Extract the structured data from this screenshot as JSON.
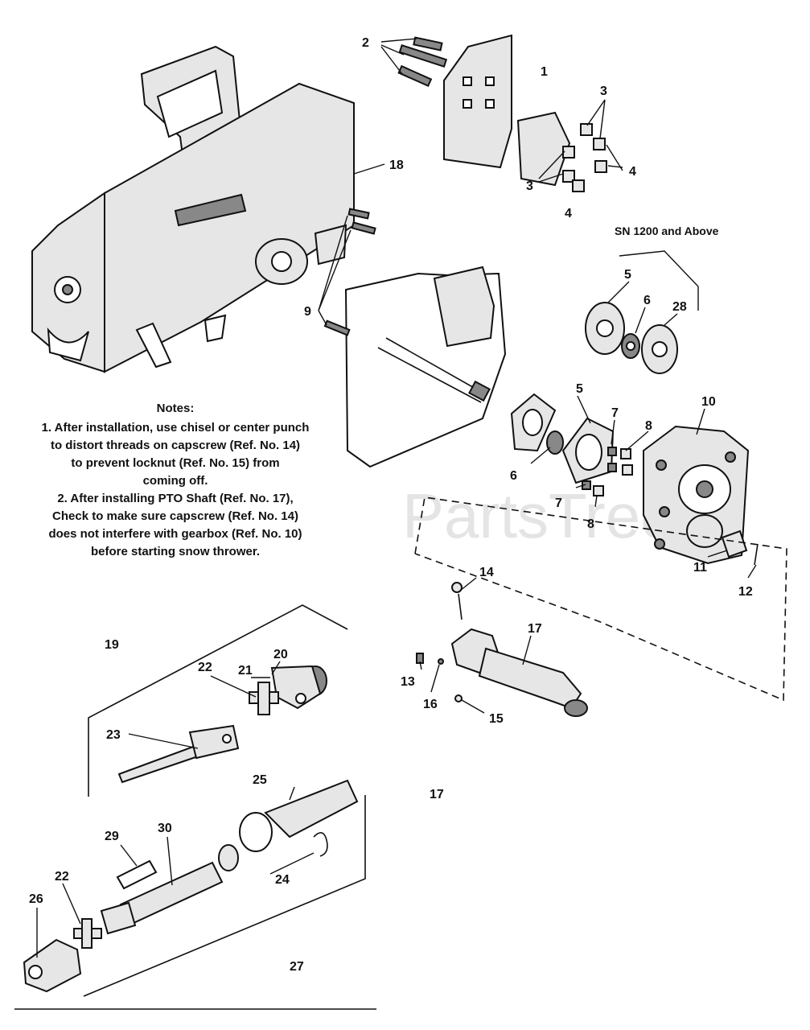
{
  "watermark": "PartsTree",
  "serial_note": "SN 1200 and Above",
  "notes": {
    "heading": "Notes:",
    "lines": [
      "1. After installation, use chisel or center punch",
      "to distort threads on capscrew (Ref. No. 14)",
      "to prevent locknut (Ref. No. 15) from",
      "coming off.",
      "2. After installing PTO Shaft (Ref. No. 17),",
      "Check to make sure capscrew (Ref. No. 14)",
      "does not interfere with gearbox (Ref. No. 10)",
      "before starting snow thrower."
    ]
  },
  "callouts": {
    "c1": "1",
    "c2": "2",
    "c3a": "3",
    "c3b": "3",
    "c4a": "4",
    "c4b": "4",
    "c5a": "5",
    "c5b": "5",
    "c6a": "6",
    "c6b": "6",
    "c28": "28",
    "c7a": "7",
    "c7b": "7",
    "c8a": "8",
    "c8b": "8",
    "c9": "9",
    "c10": "10",
    "c11": "11",
    "c12": "12",
    "c13": "13",
    "c14": "14",
    "c15": "15",
    "c16": "16",
    "c17a": "17",
    "c17b": "17",
    "c18": "18",
    "c19": "19",
    "c20": "20",
    "c21": "21",
    "c22a": "22",
    "c23": "23",
    "c24": "24",
    "c25": "25",
    "c26": "26",
    "c27": "27",
    "c29": "29",
    "c30": "30",
    "c22b": "22"
  }
}
